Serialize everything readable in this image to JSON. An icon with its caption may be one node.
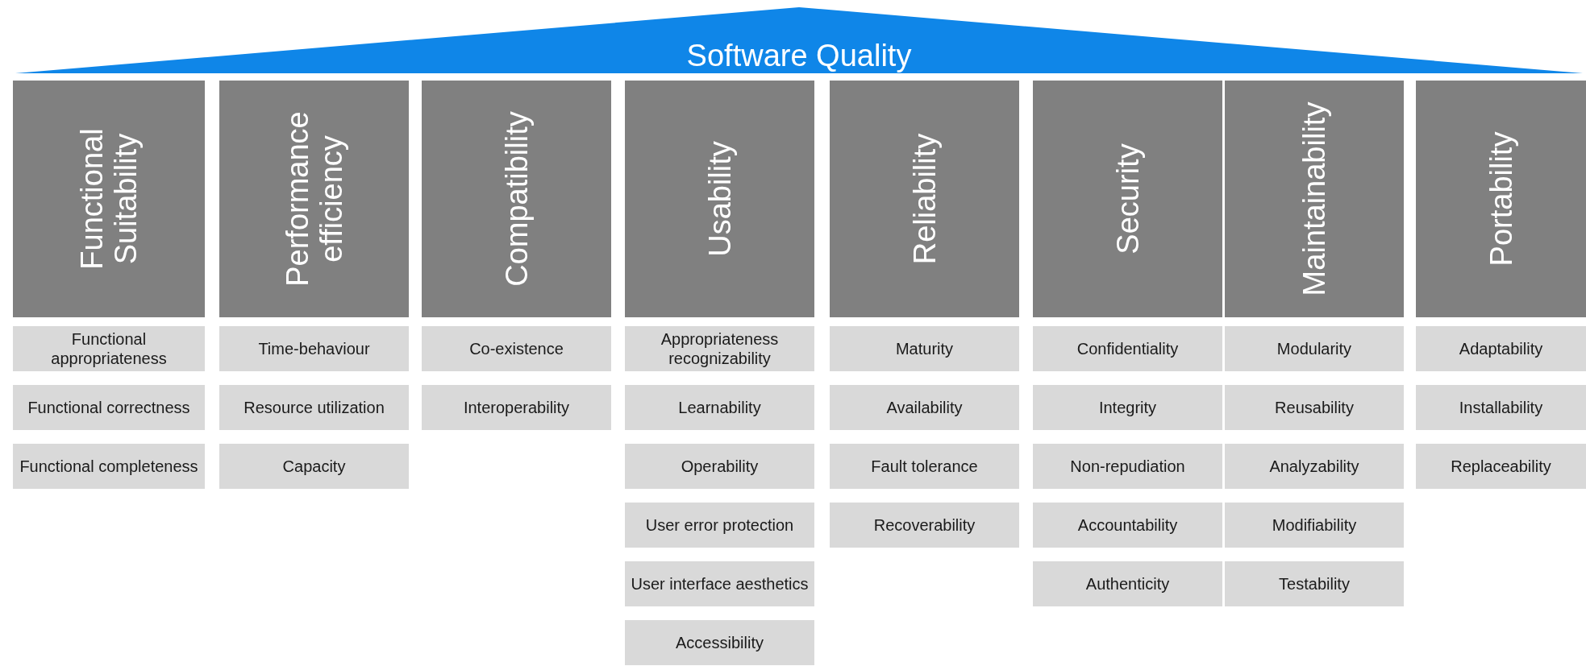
{
  "diagram": {
    "nodes": [
      {
        "text": [
          "Software Quality"
        ]
      },
      {
        "text": [
          "Functional Suitability"
        ]
      },
      {
        "text": [
          "Functional appropriateness"
        ]
      },
      {
        "text": [
          "Functional correctness"
        ]
      },
      {
        "text": [
          "Functional completeness"
        ]
      },
      {
        "text": [
          "Performance efficiency"
        ]
      },
      {
        "text": [
          "Time-behaviour"
        ]
      },
      {
        "text": [
          "Resource utilization"
        ]
      },
      {
        "text": [
          "Capacity"
        ]
      },
      {
        "text": [
          "Compatibility"
        ]
      },
      {
        "text": [
          "Co-existence"
        ]
      },
      {
        "text": [
          "Interoperability"
        ]
      },
      {
        "text": [
          "Usability"
        ]
      },
      {
        "text": [
          "Appropriateness recognizability"
        ]
      },
      {
        "text": [
          "Learnability"
        ]
      },
      {
        "text": [
          "Operability"
        ]
      },
      {
        "text": [
          "User error protection"
        ]
      },
      {
        "text": [
          "User interface aesthetics"
        ]
      },
      {
        "text": [
          "Accessibility"
        ]
      },
      {
        "text": [
          "Reliability"
        ]
      },
      {
        "text": [
          "Maturity"
        ]
      },
      {
        "text": [
          "Availability"
        ]
      },
      {
        "text": [
          "Fault tolerance"
        ]
      },
      {
        "text": [
          "Recoverability"
        ]
      },
      {
        "text": [
          "Security"
        ]
      },
      {
        "text": [
          "Confidentiality"
        ]
      },
      {
        "text": [
          "Integrity"
        ]
      },
      {
        "text": [
          "Non-repudiation"
        ]
      },
      {
        "text": [
          "Accountability"
        ]
      },
      {
        "text": [
          "Authenticity"
        ]
      },
      {
        "text": [
          "Maintainability"
        ]
      },
      {
        "text": [
          "Modularity"
        ]
      },
      {
        "text": [
          "Reusability"
        ]
      },
      {
        "text": [
          "Analyzability"
        ]
      },
      {
        "text": [
          "Modifiability"
        ]
      },
      {
        "text": [
          "Testability"
        ]
      },
      {
        "text": [
          "Portability"
        ]
      },
      {
        "text": [
          "Adaptability"
        ]
      },
      {
        "text": [
          "Installability"
        ]
      },
      {
        "text": [
          "Replaceability"
        ]
      }
    ]
  }
}
